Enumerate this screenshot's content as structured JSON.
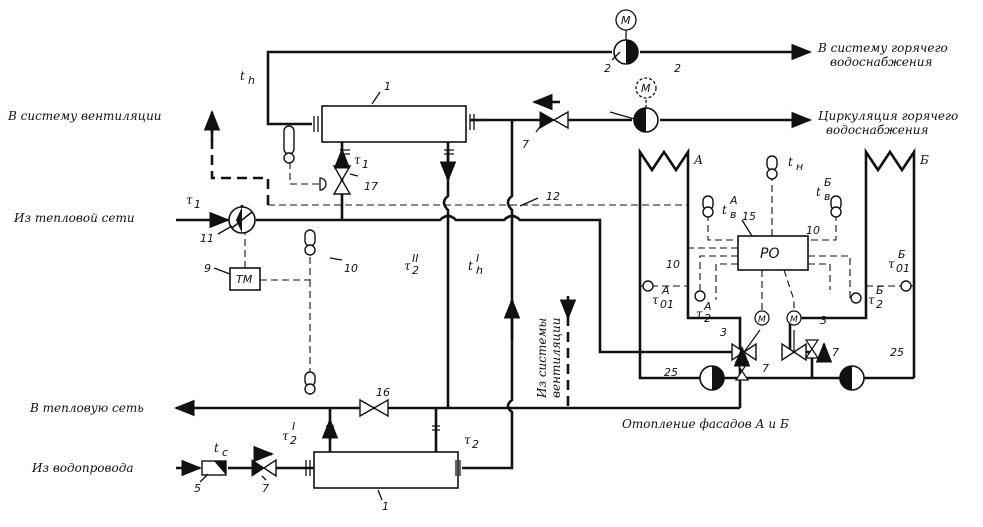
{
  "labels": {
    "to_hot_water": "В систему горячего",
    "to_hot_water_2": "водоснабжения",
    "circulation": "Циркуляция горячего",
    "circulation_2": "водоснабжения",
    "to_ventilation": "В систему вентиляции",
    "from_heat_network": "Из тепловой сети",
    "to_heat_network": "В тепловую сеть",
    "from_water_supply": "Из водопровода",
    "from_ventilation": "Из системы",
    "from_ventilation_2": "вентиляции",
    "facade_heating": "Отопление фасадов А и Б",
    "facade_a": "А",
    "facade_b": "Б"
  },
  "symbols": {
    "t_h": "t",
    "t_h_sub": "h",
    "tau1": "τ",
    "tau1_sub": "1",
    "tau2": "τ",
    "tau2_sub": "2",
    "tau2_II_sup": "II",
    "t_h_I_sup": "I",
    "t_c": "t",
    "t_c_sub": "c",
    "tau2_I_sup": "I",
    "t_n": "t",
    "t_n_sub": "н",
    "t_v_A_sup": "А",
    "t_v_sub": "в",
    "t_v_B_sup": "Б",
    "tau01": "τ",
    "tau01_sub": "01",
    "sup_A": "А",
    "sup_B": "Б"
  },
  "boxes": {
    "tm": "ТМ",
    "ro": "РО",
    "motor": "М"
  },
  "numbers": {
    "n1": "1",
    "n2": "2",
    "n3": "3",
    "n5": "5",
    "n7": "7",
    "n9": "9",
    "n10": "10",
    "n11": "11",
    "n12": "12",
    "n15": "15",
    "n16": "16",
    "n17": "17",
    "n25": "25"
  }
}
